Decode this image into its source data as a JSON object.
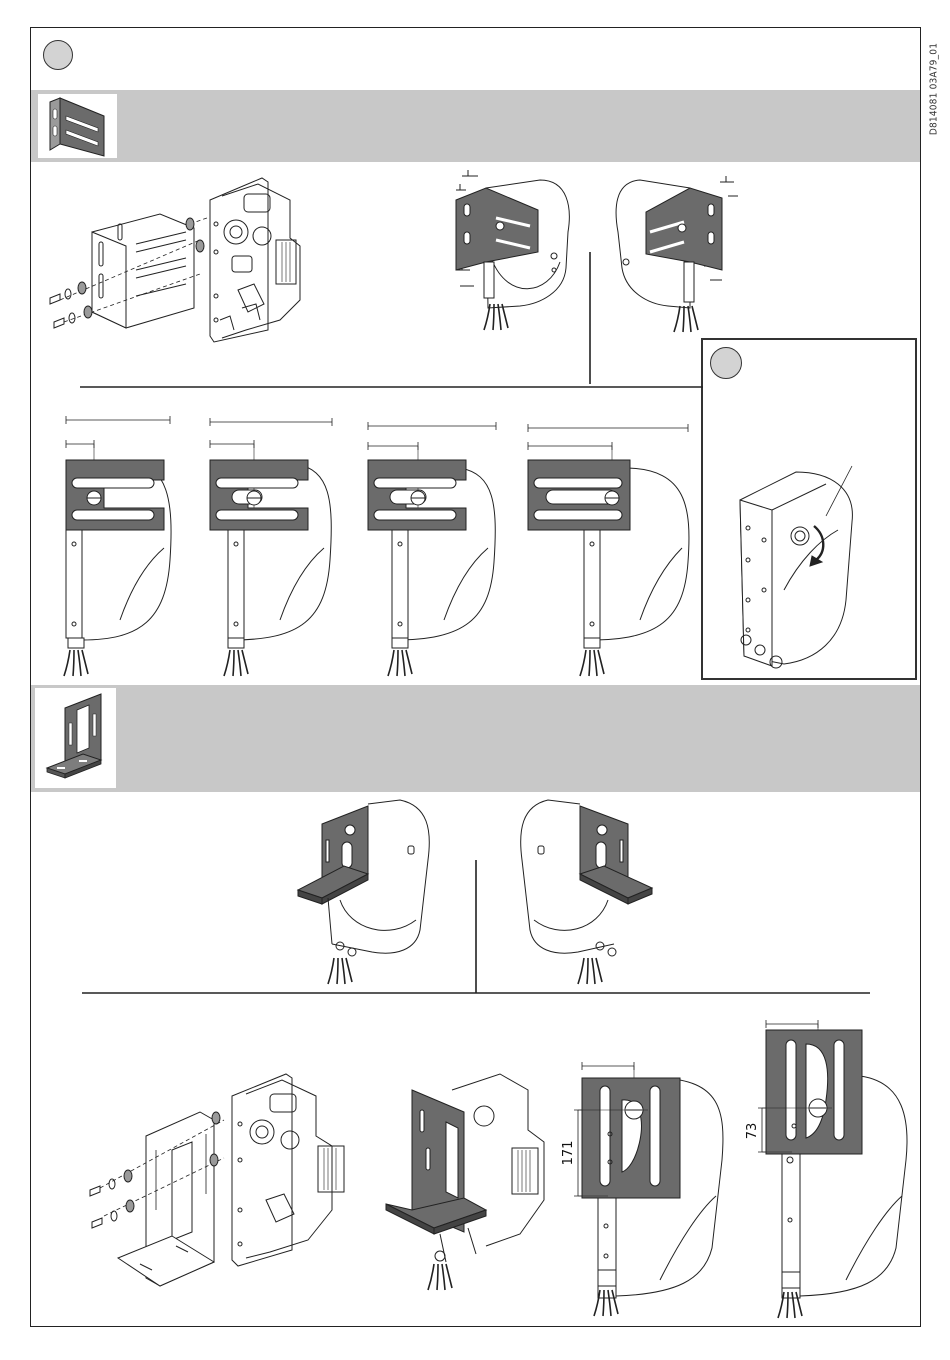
{
  "document_code": "D814081 03A79_01",
  "dimensions": {
    "vertical_1": "171",
    "vertical_2": "73"
  },
  "sections": [
    {
      "name": "flat-bracket-section",
      "bracket": "flat-slotted-bracket-icon"
    },
    {
      "name": "angle-bracket-section",
      "bracket": "l-angle-bracket-icon"
    }
  ],
  "colors": {
    "band": "#c8c8c8",
    "bracket_fill": "#6b6b6b",
    "badge": "#d3d3d3",
    "line": "#222222"
  }
}
